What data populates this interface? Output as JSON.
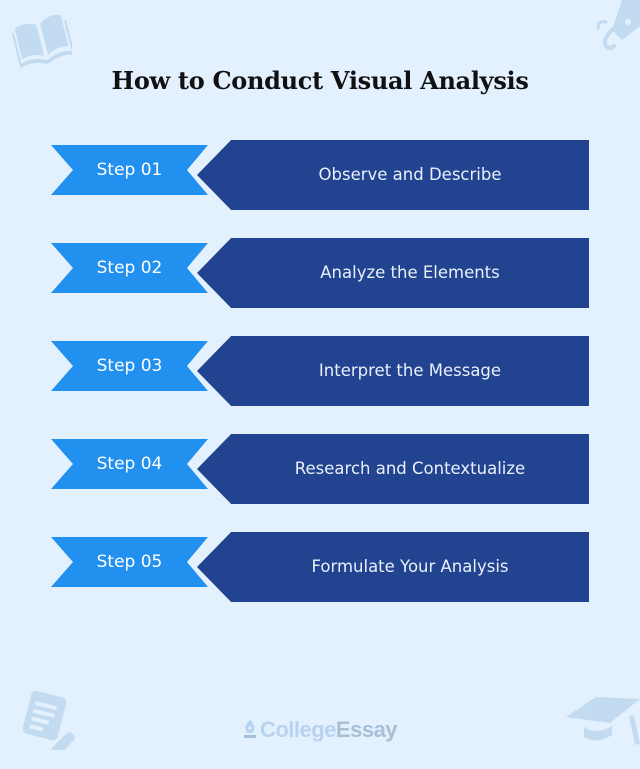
{
  "title": "How to Conduct Visual Analysis",
  "colors": {
    "background": "#e3f0fd",
    "step_ribbon": "#2190ee",
    "step_band": "#22438f",
    "decor_icons": "#c3dbf1",
    "title_text": "#111111"
  },
  "steps": [
    {
      "label": "Step 01",
      "text": "Observe and Describe"
    },
    {
      "label": "Step 02",
      "text": "Analyze the Elements"
    },
    {
      "label": "Step 03",
      "text": "Interpret the Message"
    },
    {
      "label": "Step 04",
      "text": "Research and Contextualize"
    },
    {
      "label": "Step 05",
      "text": "Formulate Your Analysis"
    }
  ],
  "decorations": {
    "top_left": "open-book-icon",
    "top_right": "fountain-pen-icon",
    "bottom_left": "notepad-pencil-icon",
    "bottom_right": "graduation-cap-icon"
  },
  "footer": {
    "logo_part1": "College",
    "logo_part2": "Essay",
    "logo_icon": "pen-nib-icon"
  }
}
